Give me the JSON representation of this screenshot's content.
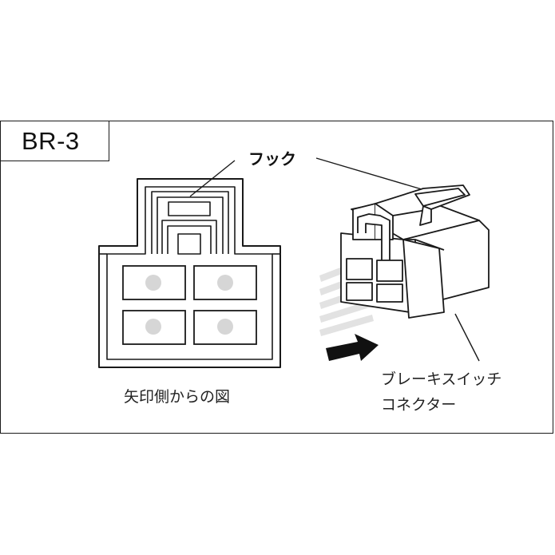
{
  "diagram": {
    "tag": "BR-3",
    "hook_label": "フック",
    "front_view_caption": "矢印側からの図",
    "connector_label_line1": "ブレーキスイッチ",
    "connector_label_line2": "コネクター"
  },
  "colors": {
    "line": "#1a1a1a",
    "pin_fill": "#d9d9d9",
    "wire_fill": "#e0e0e0",
    "arrow": "#111111"
  },
  "icons": {
    "view_direction": "arrow-right-icon"
  }
}
